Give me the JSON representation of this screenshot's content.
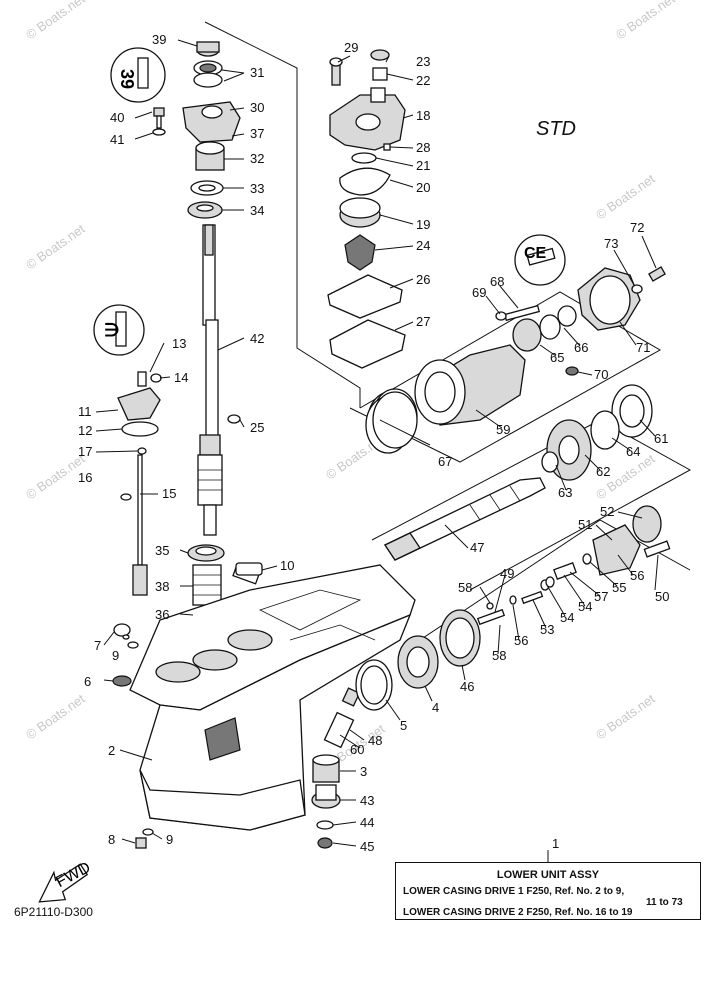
{
  "diagram": {
    "variant_label": "STD",
    "drawing_code": "6P21110-D300",
    "fwd_label": "FWD",
    "watermark": "© Boats.net",
    "callouts": [
      "1",
      "2",
      "3",
      "4",
      "5",
      "6",
      "7",
      "8",
      "9",
      "9",
      "10",
      "11",
      "12",
      "13",
      "14",
      "15",
      "16",
      "17",
      "18",
      "19",
      "20",
      "21",
      "22",
      "23",
      "24",
      "25",
      "26",
      "27",
      "28",
      "29",
      "30",
      "31",
      "32",
      "33",
      "34",
      "35",
      "36",
      "37",
      "38",
      "39",
      "40",
      "41",
      "42",
      "43",
      "44",
      "45",
      "46",
      "47",
      "48",
      "49",
      "50",
      "51",
      "52",
      "53",
      "54",
      "54",
      "55",
      "56",
      "56",
      "57",
      "58",
      "58",
      "59",
      "60",
      "61",
      "62",
      "63",
      "64",
      "65",
      "66",
      "67",
      "68",
      "69",
      "70",
      "71",
      "72",
      "73"
    ]
  },
  "assembly_box": {
    "number": "1",
    "title": "LOWER UNIT ASSY",
    "line1": "LOWER CASING DRIVE 1 F250, Ref. No. 2 to 9,",
    "line1b": "11  to 73",
    "line2": "LOWER CASING DRIVE 2 F250, Ref. No. 16 to 19"
  }
}
